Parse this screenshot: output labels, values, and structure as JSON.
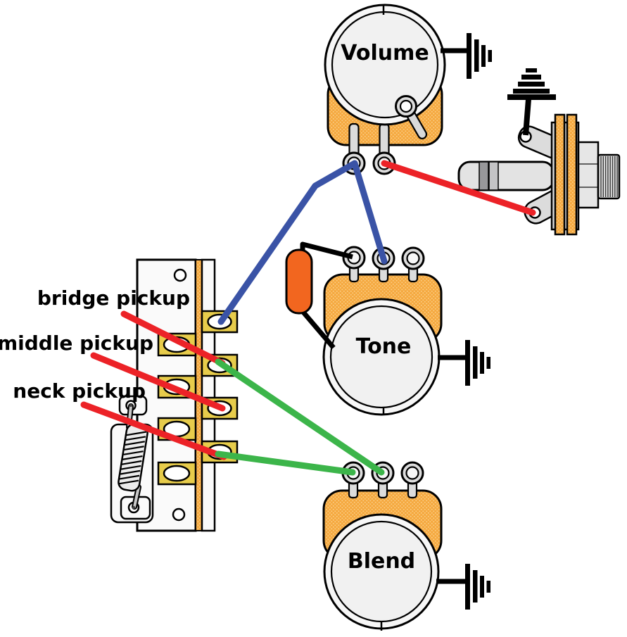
{
  "diagram_title": "guitar wiring diagram",
  "pots": [
    {
      "name": "volume-pot",
      "label": "Volume"
    },
    {
      "name": "tone-pot",
      "label": "Tone"
    },
    {
      "name": "blend-pot",
      "label": "Blend"
    }
  ],
  "pickup_labels": [
    {
      "name": "bridge",
      "label": "bridge pickup"
    },
    {
      "name": "middle",
      "label": "middle pickup"
    },
    {
      "name": "neck",
      "label": "neck pickup"
    }
  ],
  "components": {
    "selector_switch": "5-way-selector-switch-side-view",
    "switch_spring": "lever-return-spring",
    "output_jack": "output-jack-side-view",
    "capacitor": "tone-capacitor",
    "grounds": [
      {
        "name": "volume-ground",
        "style": "decreasing-bars"
      },
      {
        "name": "tone-ground",
        "style": "decreasing-bars"
      },
      {
        "name": "blend-ground",
        "style": "decreasing-bars"
      },
      {
        "name": "jack-ground",
        "style": "stacked-pyramid"
      }
    ]
  },
  "wires": [
    {
      "name": "blue-wire",
      "color": "#3A53A6",
      "description": "switch output lug to volume lug to tone middle lug"
    },
    {
      "name": "red-wire-volume-to-jack",
      "color": "#EC2227",
      "description": "volume lug to output jack tip lug"
    },
    {
      "name": "red-wire-bridge-pickup",
      "color": "#EC2227",
      "description": "bridge pickup to switch lug 1"
    },
    {
      "name": "red-wire-middle-pickup",
      "color": "#EC2227",
      "description": "middle pickup to switch lug 3"
    },
    {
      "name": "red-wire-neck-pickup",
      "color": "#EC2227",
      "description": "neck pickup to switch lug 4"
    },
    {
      "name": "green-wire-to-blend-middle",
      "color": "#3CB54A",
      "description": "switch lug 2 to blend middle lug"
    },
    {
      "name": "green-wire-to-blend-left",
      "color": "#3CB54A",
      "description": "switch lug 4 to blend left lug"
    },
    {
      "name": "black-wire-cap-to-lug",
      "color": "#000000",
      "description": "capacitor to tone left lug"
    },
    {
      "name": "black-wire-cap-to-casing",
      "color": "#000000",
      "description": "capacitor to tone pot casing"
    },
    {
      "name": "black-wire-jack-ground",
      "color": "#000000",
      "description": "jack ground lug to ground symbol"
    }
  ],
  "colors": {
    "wire_blue": "#3A53A6",
    "wire_red": "#EC2227",
    "wire_green": "#3CB54A",
    "wire_black": "#000000",
    "pot_body_orange": "#F5A83E",
    "pot_body_dot": "#FACB80",
    "capacitor_orange": "#F2661F",
    "lug_gold": "#E7CC4B",
    "metal_gray": "#DCDCDC",
    "casing_white": "#F4F4F4",
    "outline": "#000000"
  }
}
